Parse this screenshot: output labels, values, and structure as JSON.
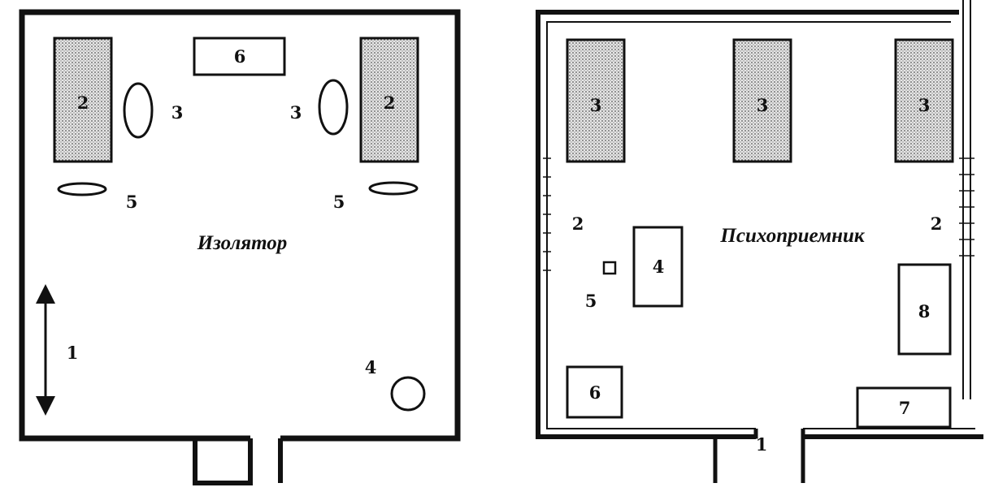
{
  "isolator": {
    "title": "Изолятор",
    "labels": {
      "entrance": "1",
      "bed_left": "2",
      "bed_right": "2",
      "table_left": "3",
      "table_right": "3",
      "round_table": "4",
      "stool_left": "5",
      "stool_right": "5",
      "top_box": "6"
    }
  },
  "psychoreception": {
    "title": "Психоприемник",
    "labels": {
      "bed_1": "3",
      "bed_2": "3",
      "bed_3": "3",
      "wall_left": "2",
      "wall_right": "2",
      "table": "4",
      "chair": "5",
      "cabinet": "6",
      "bench": "7",
      "locker": "8",
      "entrance": "1"
    }
  }
}
